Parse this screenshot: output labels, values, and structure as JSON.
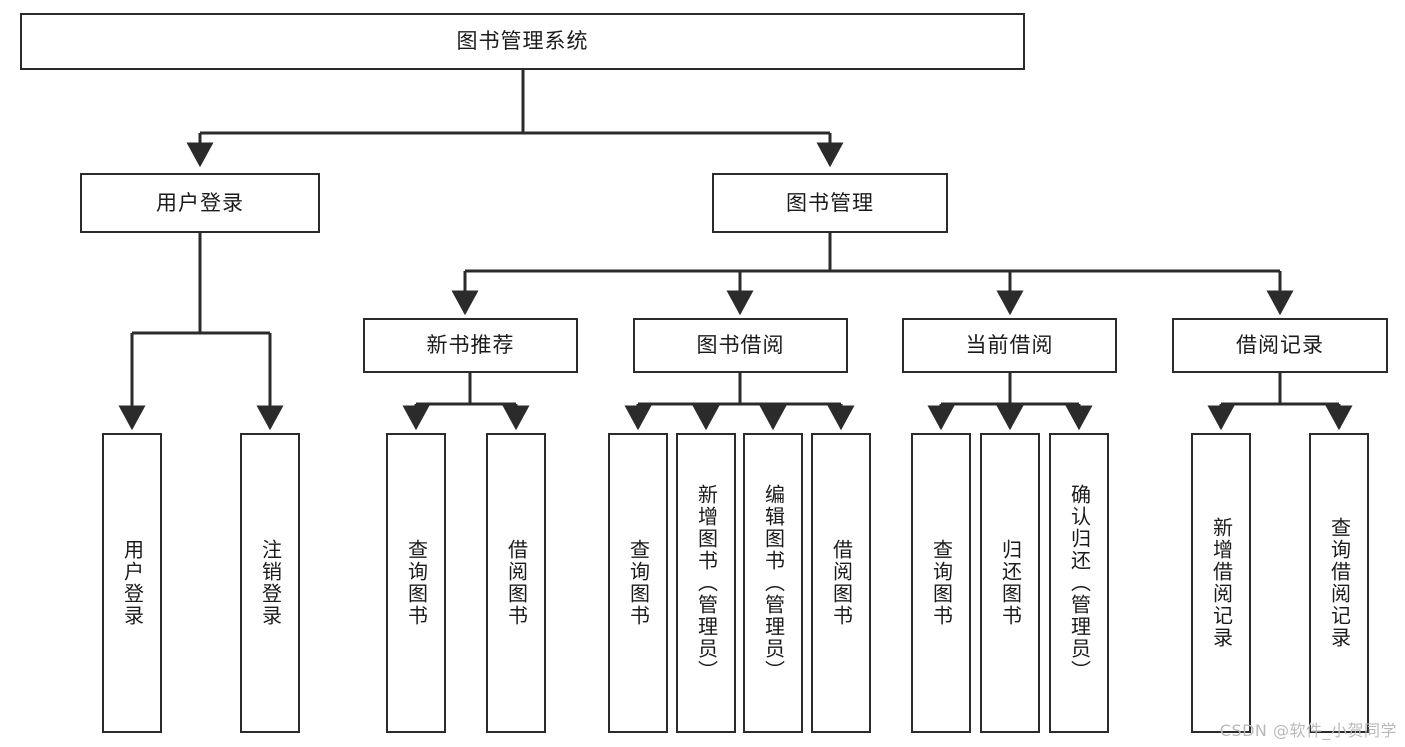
{
  "diagram": {
    "title": "图书管理系统",
    "type": "tree-hierarchy-diagram",
    "colors": {
      "stroke": "#2b2b2b",
      "fill": "#ffffff",
      "text": "#1b1b1b",
      "watermark": "#b9b9b9"
    },
    "nodes": {
      "root": "图书管理系统",
      "level2": [
        "用户登录",
        "图书管理"
      ],
      "level3": [
        "新书推荐",
        "图书借阅",
        "当前借阅",
        "借阅记录"
      ],
      "leaves_user_login": [
        "用户登录",
        "注销登录"
      ],
      "leaves_new_book": [
        "查询图书",
        "借阅图书"
      ],
      "leaves_borrow": [
        "查询图书",
        "新增图书（管理员）",
        "编辑图书（管理员）",
        "借阅图书"
      ],
      "leaves_current": [
        "查询图书",
        "归还图书",
        "确认归还（管理员）"
      ],
      "leaves_record": [
        "新增借阅记录",
        "查询借阅记录"
      ]
    }
  },
  "watermark": {
    "text": "CSDN @软件_小贺同学"
  }
}
